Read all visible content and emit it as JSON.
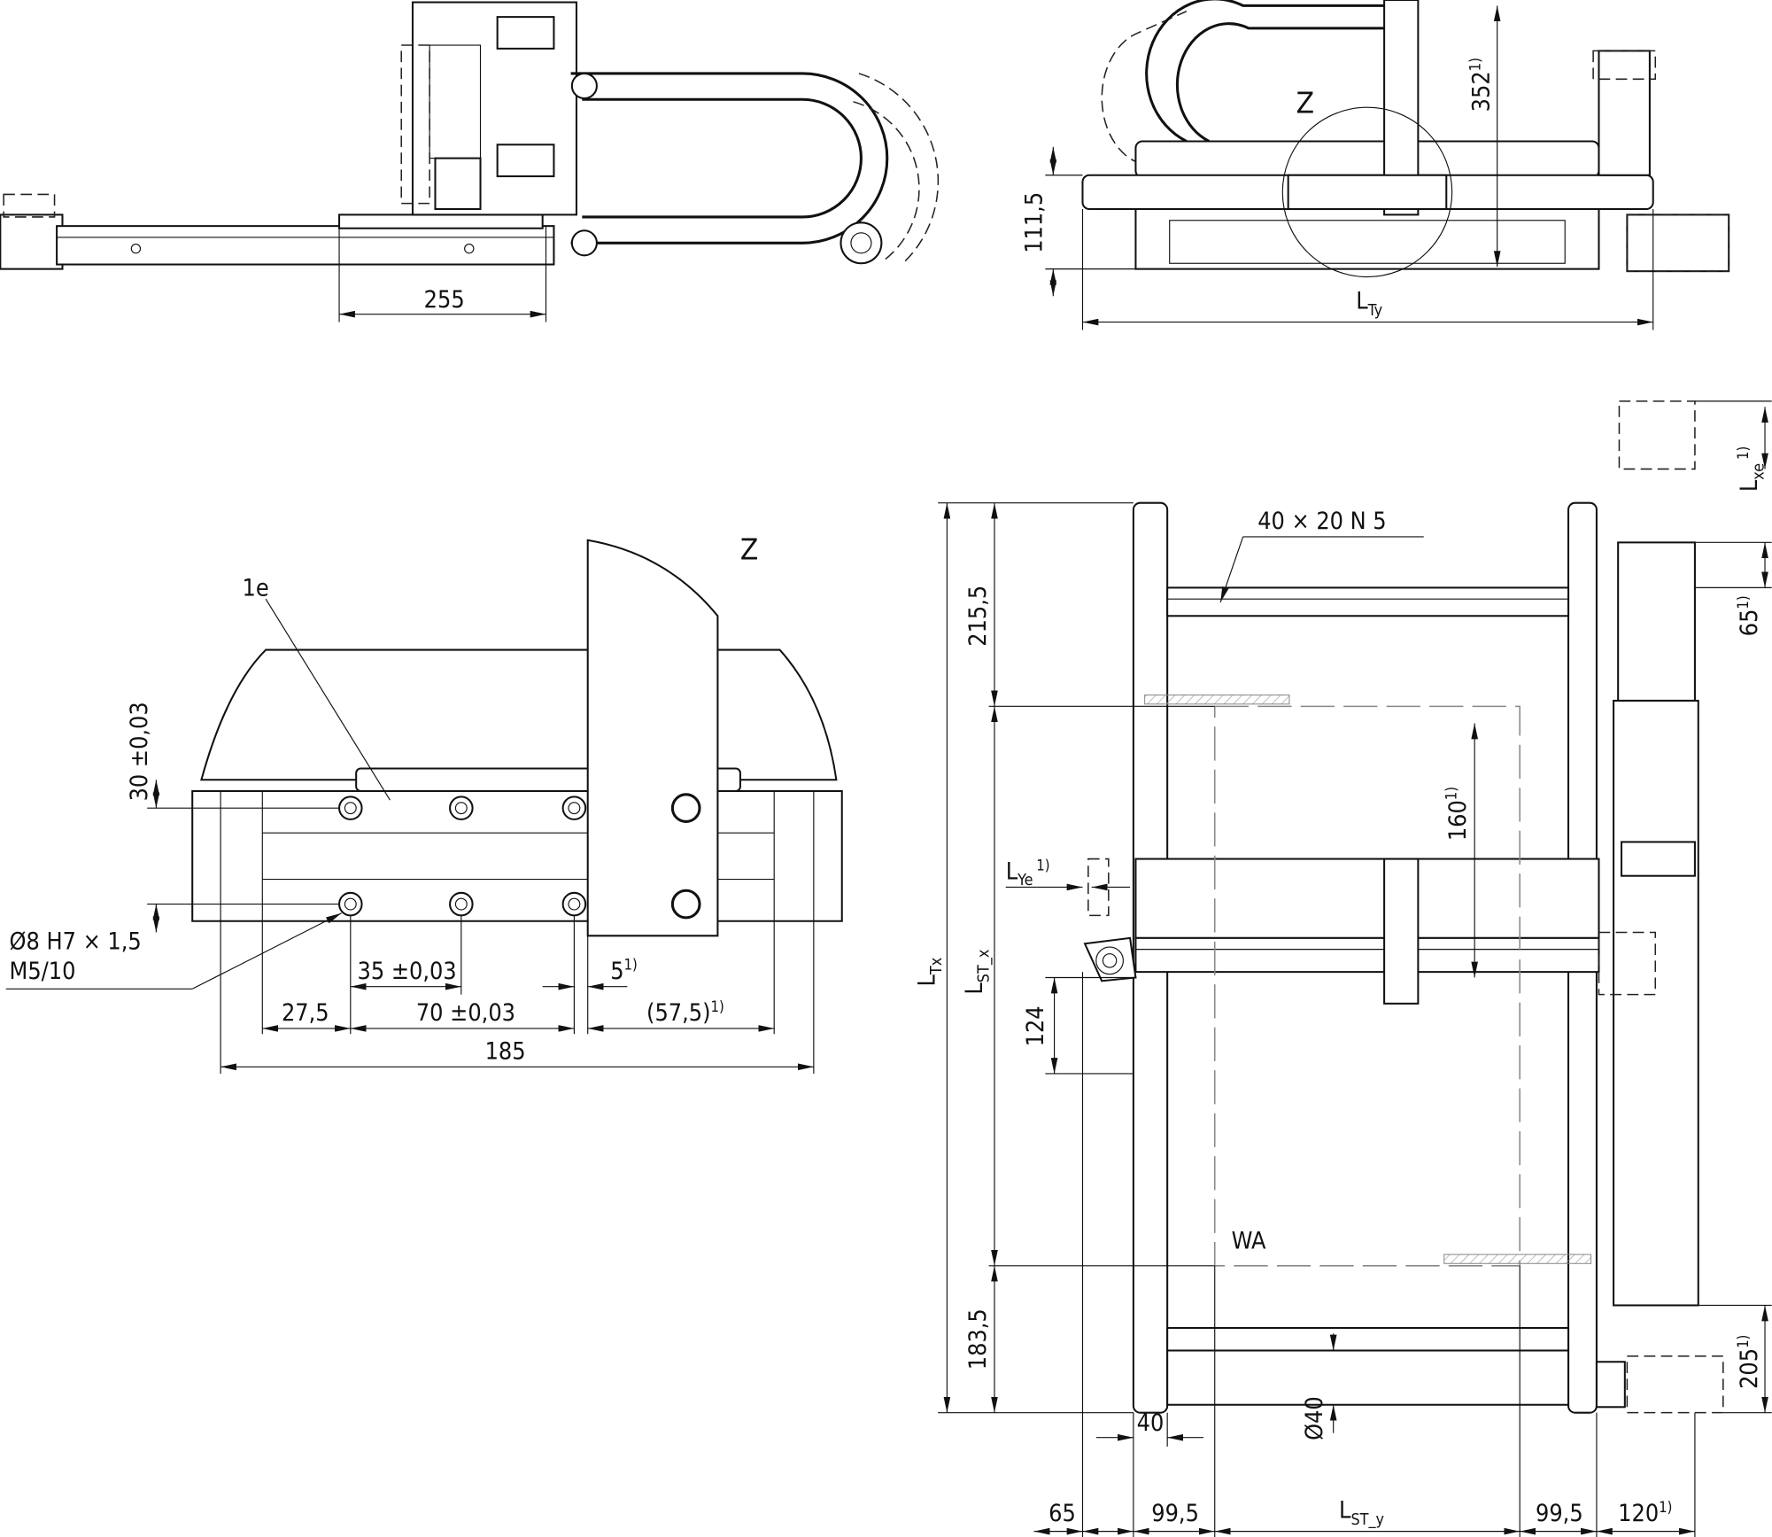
{
  "side_view": {
    "dim_width": "255"
  },
  "end_view": {
    "detail_label": "Z",
    "dim_height": "111,5",
    "dim_total_height": "352",
    "dim_total_height_note": "1)",
    "dim_length_main": "L",
    "dim_length_sub": "Ty"
  },
  "detail_z": {
    "title": "Z",
    "callout_1e": "1e",
    "dim_30": "30 ±0,03",
    "hole_spec_1": "Ø8 H7 × 1,5",
    "hole_spec_2": "M5/10",
    "dim_35": "35 ±0,03",
    "dim_5": "5",
    "dim_5_note": "1)",
    "dim_27_5": "27,5",
    "dim_70": "70 ±0,03",
    "dim_57_5": "(57,5)",
    "dim_57_5_note": "1)",
    "dim_185": "185"
  },
  "top_view": {
    "profile_label": "40 × 20 N 5",
    "lxe_main": "L",
    "lxe_sub": "xe",
    "lxe_note": "1)",
    "dim_65_right": "65",
    "dim_65_right_note": "1)",
    "dim_215_5": "215,5",
    "dim_160": "160",
    "dim_160_note": "1)",
    "lye_main": "L",
    "lye_sub": "Ye",
    "lye_note": "1)",
    "ltx_main": "L",
    "ltx_sub": "Tx",
    "lstx_main": "L",
    "lstx_sub": "ST_x",
    "dim_124": "124",
    "work_area": "WA",
    "dim_183_5": "183,5",
    "dim_205": "205",
    "dim_205_note": "1)",
    "dim_40": "40",
    "dim_dia40": "Ø40",
    "bottom": {
      "d65": "65",
      "d99_5_left": "99,5",
      "lsty_main": "L",
      "lsty_sub": "ST_y",
      "d99_5_right": "99,5",
      "d120": "120",
      "d120_note": "1)"
    }
  }
}
